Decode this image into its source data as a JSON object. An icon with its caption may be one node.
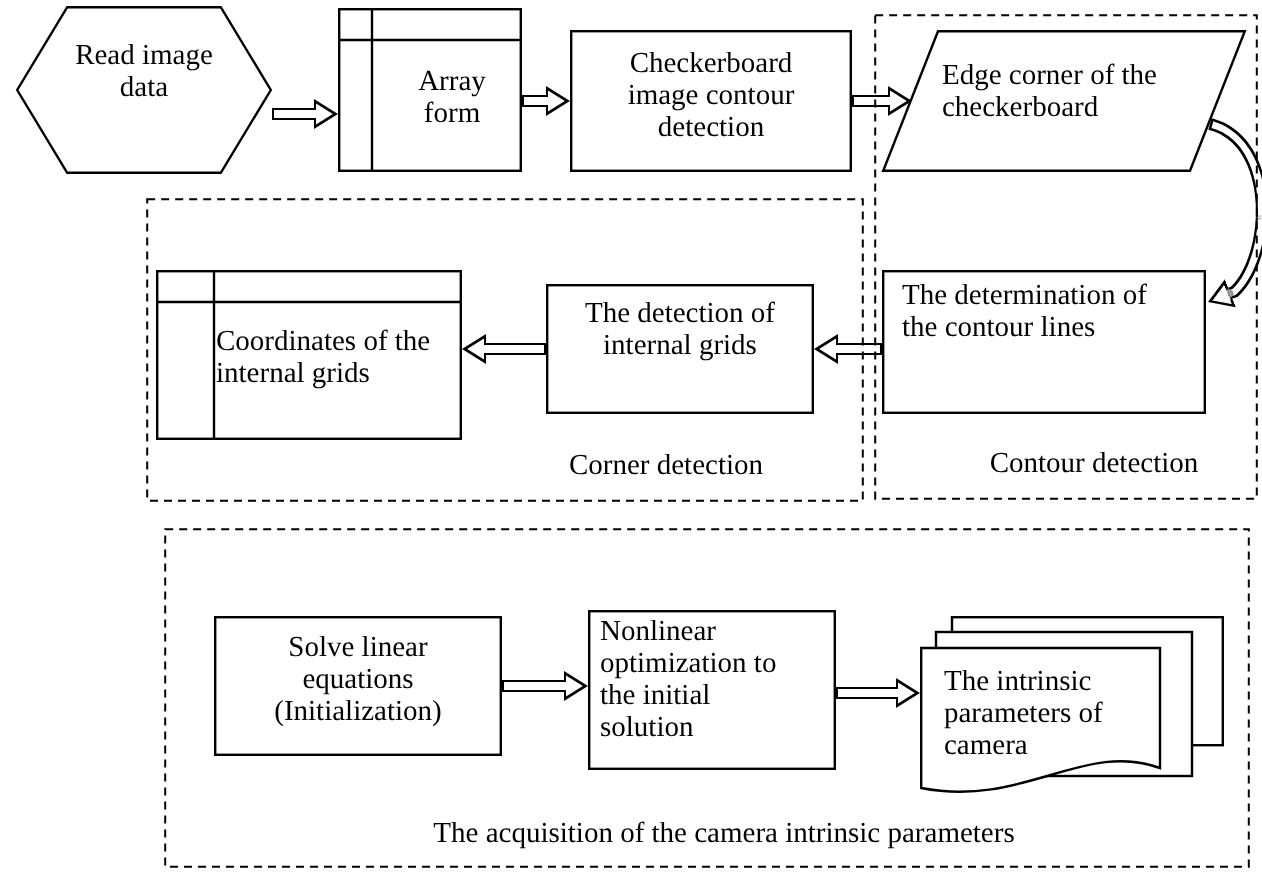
{
  "diagram": {
    "nodes": [
      {
        "text": [
          "Read image data"
        ]
      },
      {
        "text": [
          "Array form"
        ]
      },
      {
        "text": [
          "Checkerboard image contour detection"
        ]
      },
      {
        "text": [
          "Contour detection"
        ]
      },
      {
        "text": [
          "Edge corner of the checkerboard"
        ],
        "in": 3
      },
      {
        "text": [
          "Corner detection"
        ]
      },
      {
        "text": [
          "Coordinates of the internal grids"
        ],
        "in": 5
      },
      {
        "text": [
          "The detection of internal grids"
        ],
        "in": 5
      },
      {
        "text": [
          "The determination of the contour lines"
        ],
        "in": 3
      },
      {
        "text": [
          "The acquisition of the camera intrinsic parameters"
        ]
      },
      {
        "text": [
          "Solve linear equations (Initialization)"
        ],
        "in": 9
      },
      {
        "text": [
          "Nonlinear optimization to the initial solution"
        ],
        "in": 9
      },
      {
        "text": [
          "The intrinsic parameters of camera"
        ],
        "in": 9
      }
    ],
    "edges": [
      {
        "from": 0,
        "to": 1,
        "arrow": "to"
      },
      {
        "from": 1,
        "to": 2,
        "arrow": "to"
      },
      {
        "from": 2,
        "to": 4,
        "arrow": "to"
      },
      {
        "from": 4,
        "to": 8,
        "arrow": "to"
      },
      {
        "from": 8,
        "to": 7,
        "arrow": "to"
      },
      {
        "from": 7,
        "to": 6,
        "arrow": "to"
      },
      {
        "from": 10,
        "to": 11,
        "arrow": "to"
      },
      {
        "from": 11,
        "to": 12,
        "arrow": "to"
      }
    ]
  }
}
